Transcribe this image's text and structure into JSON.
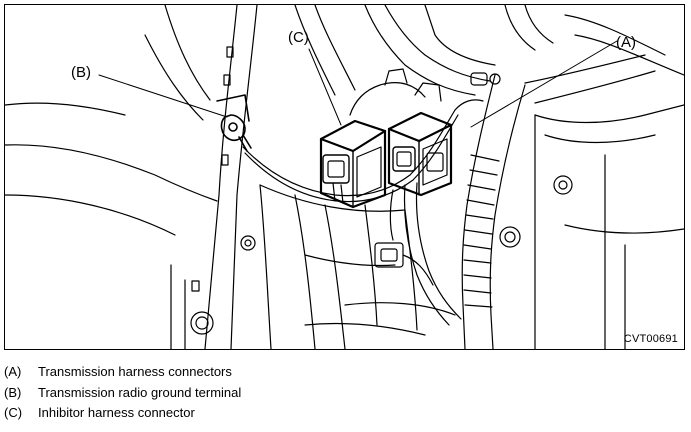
{
  "figure": {
    "code": "CVT00691",
    "callouts": [
      {
        "key": "(A)",
        "target": "transmission-harness-connectors"
      },
      {
        "key": "(B)",
        "target": "transmission-radio-ground-terminal"
      },
      {
        "key": "(C)",
        "target": "inhibitor-harness-connector"
      }
    ]
  },
  "legend": [
    {
      "key": "(A)",
      "text": "Transmission harness connectors"
    },
    {
      "key": "(B)",
      "text": "Transmission radio ground terminal"
    },
    {
      "key": "(C)",
      "text": "Inhibitor harness connector"
    }
  ]
}
